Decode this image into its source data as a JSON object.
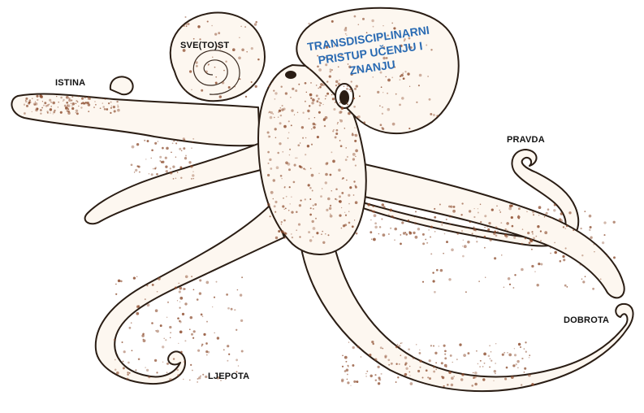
{
  "title_lines": [
    "TRANSDISCIPLINARNI",
    "PRISTUP UČENJU I",
    "ZNANJU"
  ],
  "labels": {
    "head": "SVE(TO)ST",
    "left_arm": "ISTINA",
    "right_arm": "PRAVDA",
    "lower_right_arm": "DOBROTA",
    "lower_left_arm": "LJEPOTA"
  },
  "colors": {
    "title": "#2a6bb3",
    "outline": "#2a1d14",
    "spots": "#8b4a2b",
    "skin": "#fdf7f0"
  }
}
